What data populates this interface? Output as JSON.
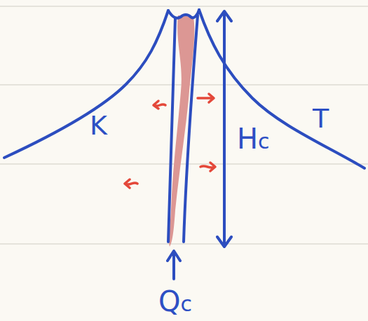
{
  "diagram": {
    "labels": [
      "K",
      "T",
      "Hc",
      "Qc"
    ]
  }
}
